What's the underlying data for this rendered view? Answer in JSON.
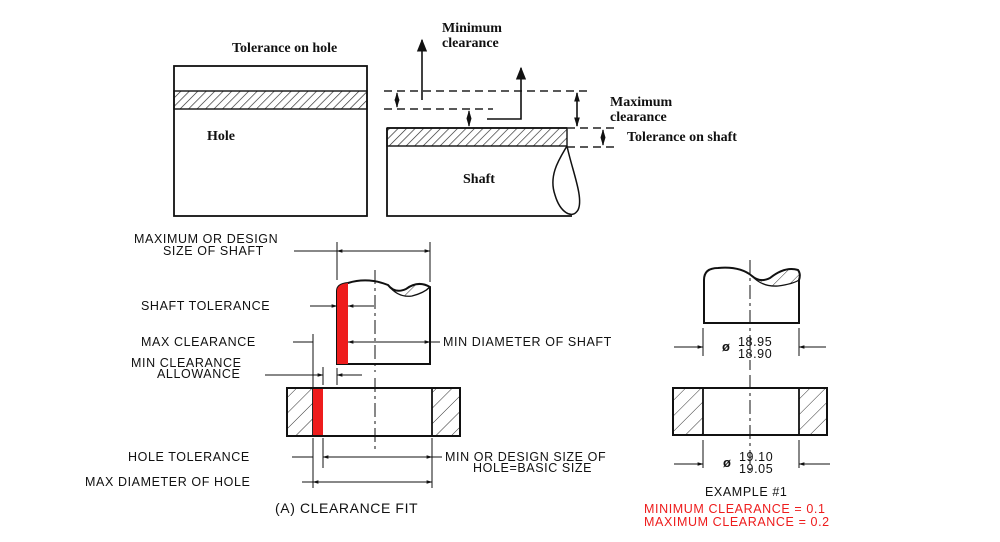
{
  "top_diagram": {
    "tolerance_on_hole": "Tolerance on hole",
    "hole": "Hole",
    "minimum_clearance": [
      "Minimum",
      "clearance"
    ],
    "maximum_clearance": [
      "Maximum",
      "clearance"
    ],
    "tolerance_on_shaft": "Tolerance on shaft",
    "shaft": "Shaft"
  },
  "clearance_fit": {
    "max_design_size_shaft": [
      "MAXIMUM OR DESIGN",
      "SIZE OF SHAFT"
    ],
    "shaft_tolerance": "SHAFT TOLERANCE",
    "max_clearance": "MAX CLEARANCE",
    "min_clearance_allowance": [
      "MIN CLEARANCE",
      "ALLOWANCE"
    ],
    "min_diameter_shaft": "MIN DIAMETER OF SHAFT",
    "hole_tolerance": "HOLE TOLERANCE",
    "min_design_size_hole": [
      "MIN OR DESIGN SIZE OF",
      "HOLE=BASIC SIZE"
    ],
    "max_diameter_hole": "MAX DIAMETER OF HOLE",
    "caption": "(A) CLEARANCE FIT"
  },
  "example": {
    "diameter_symbol": "ø",
    "shaft_upper": "18.95",
    "shaft_lower": "18.90",
    "hole_upper": "19.10",
    "hole_lower": "19.05",
    "title": "EXAMPLE #1",
    "min_clearance": "MINIMUM CLEARANCE = 0.1",
    "max_clearance": "MAXIMUM CLEARANCE = 0.2"
  },
  "colors": {
    "highlight": "#ee1c1c",
    "ink": "#111111"
  }
}
